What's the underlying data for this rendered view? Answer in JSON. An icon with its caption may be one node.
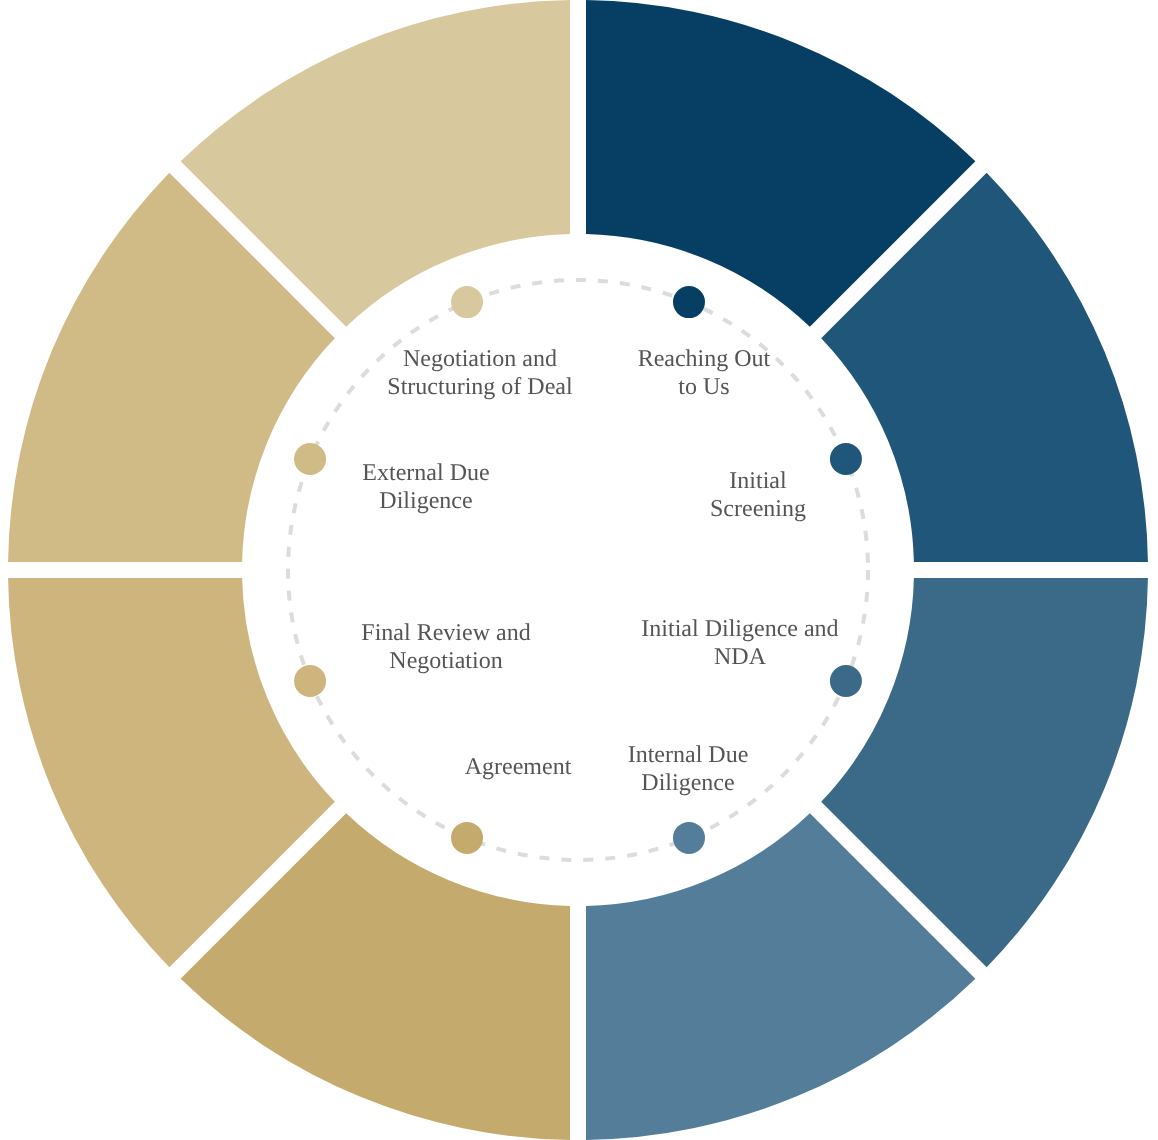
{
  "diagram": {
    "nodes": [
      {
        "text": [
          "Reaching Out to Us"
        ]
      },
      {
        "text": [
          "Initial Screening"
        ]
      },
      {
        "text": [
          "Initial Diligence and NDA"
        ]
      },
      {
        "text": [
          "Internal Due Diligence"
        ]
      },
      {
        "text": [
          "Agreement"
        ]
      },
      {
        "text": [
          "Final Review and Negotiation"
        ]
      },
      {
        "text": [
          "External Due Diligence"
        ]
      },
      {
        "text": [
          "Negotiation and Structuring of Deal"
        ]
      }
    ]
  }
}
